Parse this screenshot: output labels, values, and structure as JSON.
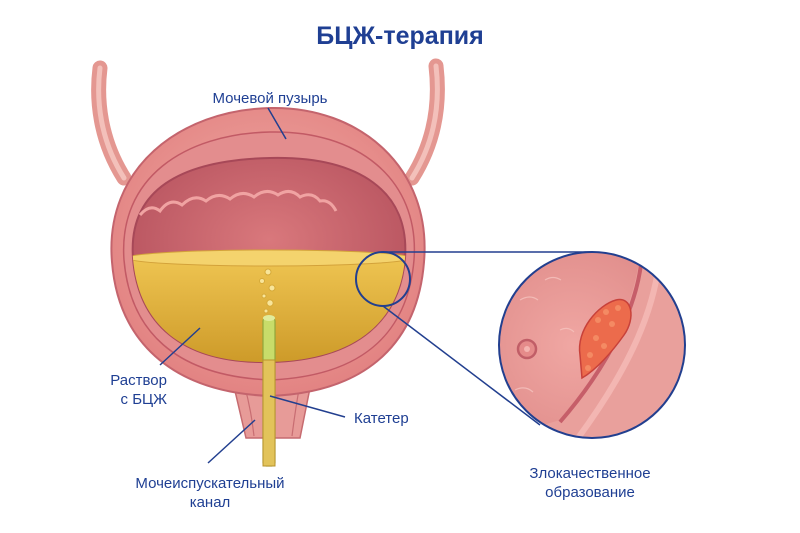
{
  "title": "БЦЖ-терапия",
  "labels": {
    "bladder": "Мочевой пузырь",
    "solution": [
      "Раствор",
      "с БЦЖ"
    ],
    "catheter": "Катетер",
    "urethra": [
      "Мочеиспускательный",
      "канал"
    ],
    "tumor": [
      "Злокачественное",
      "образование"
    ]
  },
  "colors": {
    "text": "#1f3f93",
    "tissue_outer": "#e38e8c",
    "tissue_inner": "#c9616a",
    "solution": "#e2b339",
    "catheter": "#bdd35a"
  }
}
